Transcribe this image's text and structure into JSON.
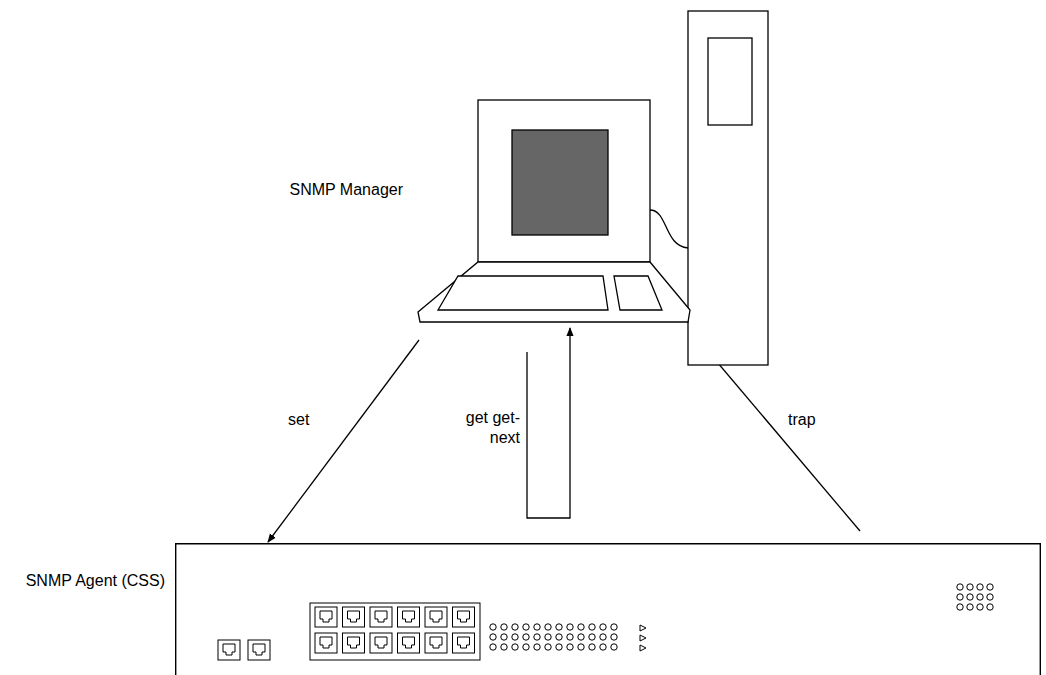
{
  "diagram": {
    "nodes": [
      {
        "text": [
          "SNMP Manager"
        ]
      },
      {
        "text": [
          "SNMP Agent (CSS)"
        ]
      }
    ],
    "edges": [
      {
        "from": 0,
        "to": 1,
        "label": "set",
        "arrow": "to"
      },
      {
        "from": 1,
        "to": 0,
        "label": "get get-next",
        "arrow": "to"
      },
      {
        "from": 1,
        "to": 0,
        "label": "trap",
        "arrow": "to"
      }
    ]
  }
}
